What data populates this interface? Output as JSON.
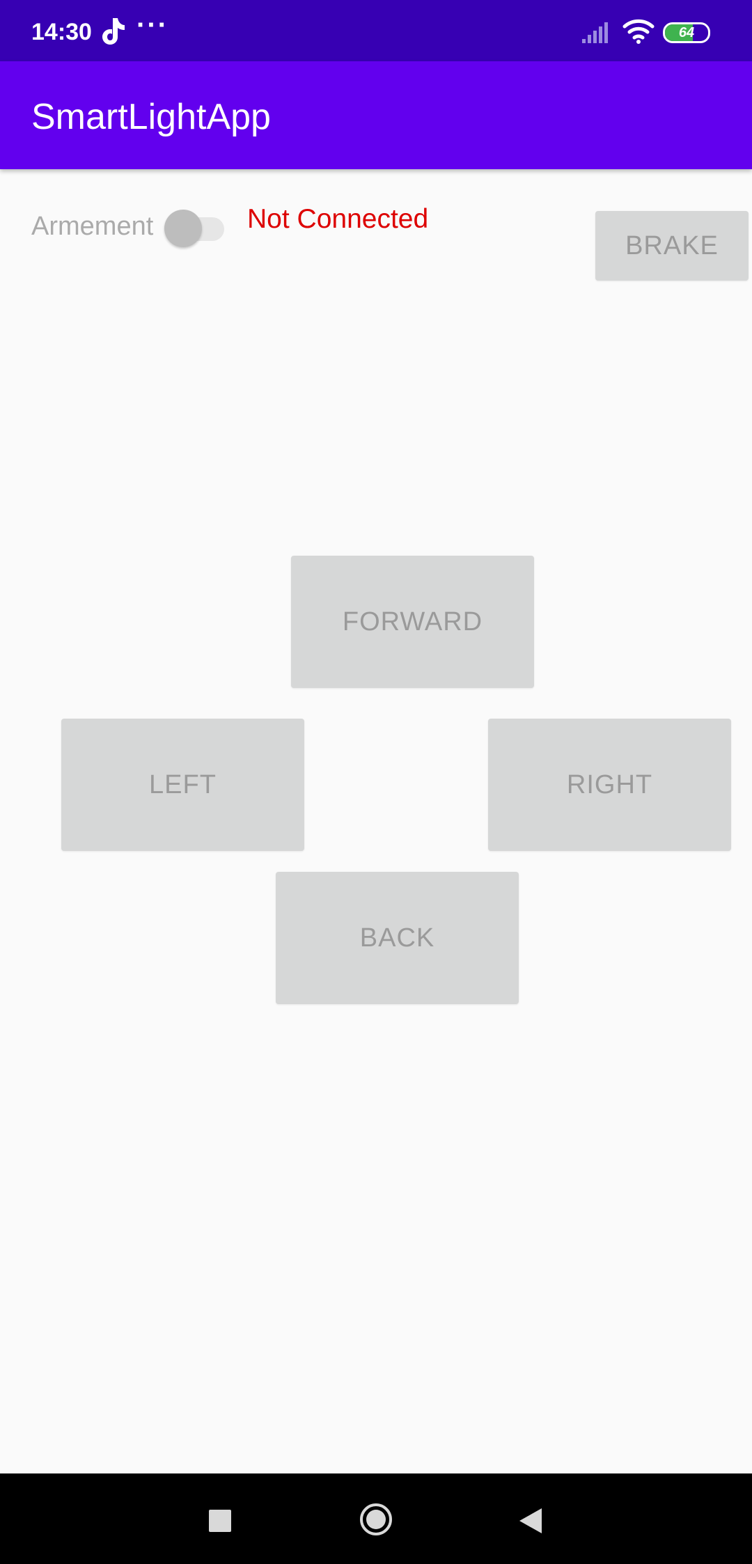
{
  "status_bar": {
    "time": "14:30",
    "more": "···",
    "battery_level": "64",
    "battery_fraction": 0.64
  },
  "app_bar": {
    "title": "SmartLightApp"
  },
  "controls": {
    "arm_switch_label": "Armement",
    "arm_switch_on": false,
    "connection_status": "Not Connected",
    "brake_label": "BRAKE",
    "forward_label": "FORWARD",
    "left_label": "LEFT",
    "right_label": "RIGHT",
    "back_label": "BACK"
  },
  "nav_bar": {
    "recents_icon": "square-icon",
    "home_icon": "circle-icon",
    "back_icon": "triangle-back-icon"
  },
  "colors": {
    "status_bar": "#3700b3",
    "app_bar": "#6200ee",
    "not_connected": "#dd0000",
    "button_bg": "#d6d7d7",
    "button_text": "#9a9a9a"
  }
}
